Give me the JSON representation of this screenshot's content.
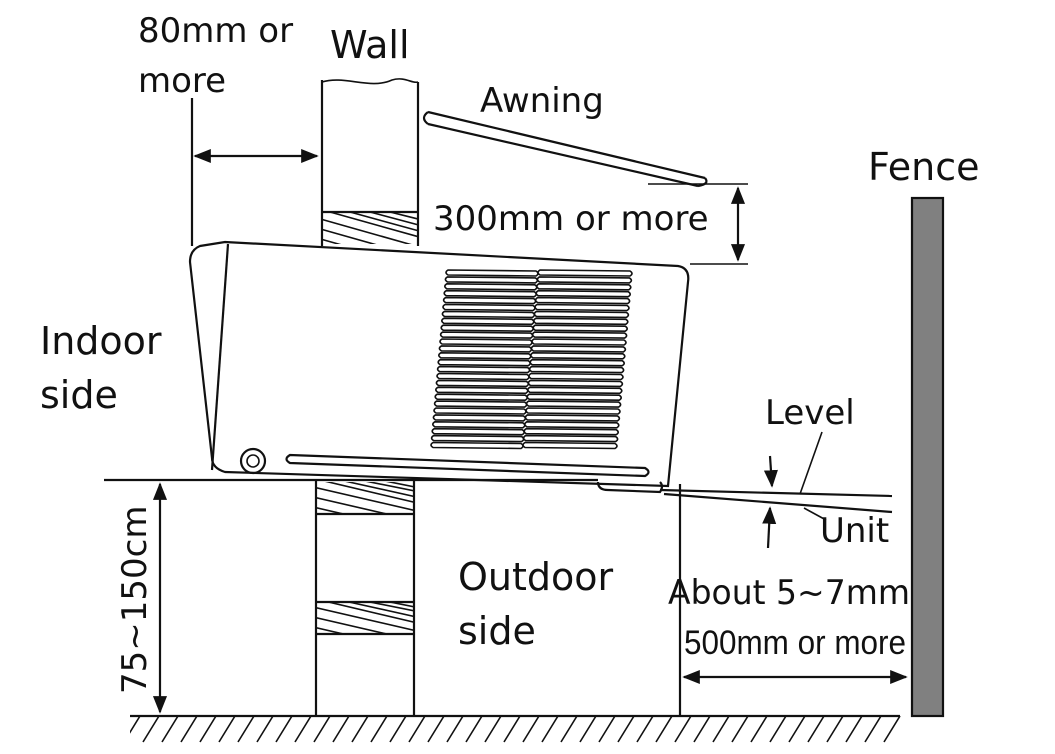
{
  "labels": {
    "wall_gap": [
      "80mm or",
      "more"
    ],
    "wall": "Wall",
    "awning": "Awning",
    "top_gap": "300mm or more",
    "fence": "Fence",
    "indoor": [
      "Indoor",
      "side"
    ],
    "level": "Level",
    "unit": "Unit",
    "outdoor": [
      "Outdoor",
      "side"
    ],
    "tilt": "About 5~7mm",
    "fence_gap": "500mm or more",
    "height": "75~150cm"
  },
  "colors": {
    "line": "#111111",
    "fence": "#808080"
  }
}
